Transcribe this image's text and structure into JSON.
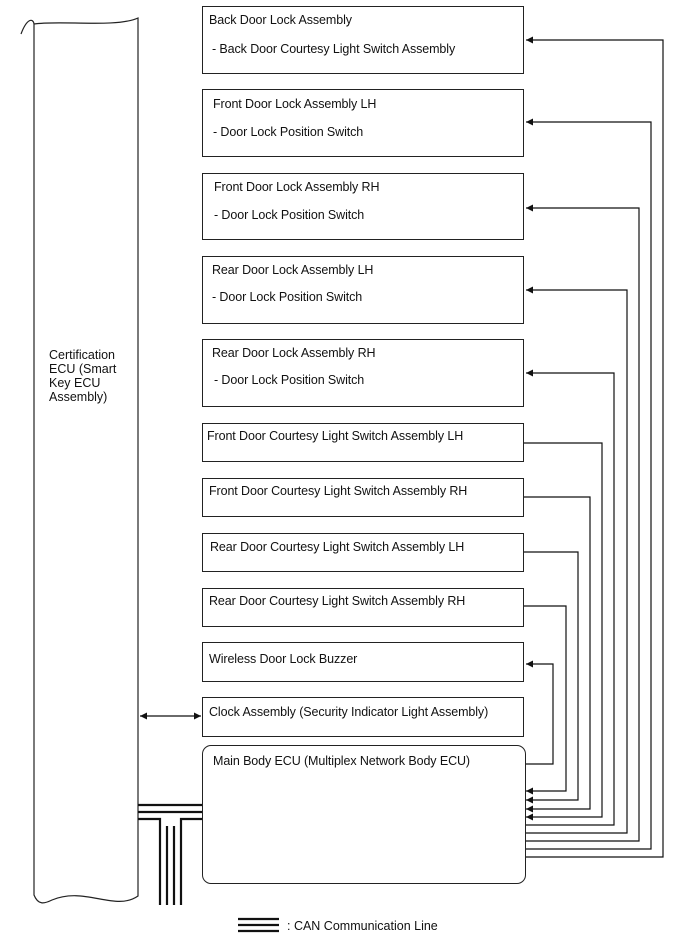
{
  "certification_ecu": {
    "label_lines": [
      "Certification",
      "ECU (Smart",
      "Key ECU",
      "Assembly)"
    ]
  },
  "components": [
    {
      "id": "back-door-lock",
      "title": "Back Door Lock Assembly",
      "sub": "- Back Door Courtesy Light Switch Assembly"
    },
    {
      "id": "front-door-lock-lh",
      "title": "Front Door Lock Assembly LH",
      "sub": "- Door Lock Position Switch"
    },
    {
      "id": "front-door-lock-rh",
      "title": "Front Door Lock Assembly RH",
      "sub": "- Door Lock Position Switch"
    },
    {
      "id": "rear-door-lock-lh",
      "title": "Rear Door Lock Assembly LH",
      "sub": "- Door Lock Position Switch"
    },
    {
      "id": "rear-door-lock-rh",
      "title": "Rear Door Lock Assembly RH",
      "sub": "- Door Lock Position Switch"
    },
    {
      "id": "front-courtesy-lh",
      "title": "Front Door Courtesy Light Switch Assembly LH"
    },
    {
      "id": "front-courtesy-rh",
      "title": "Front Door Courtesy Light Switch Assembly RH"
    },
    {
      "id": "rear-courtesy-lh",
      "title": "Rear Door Courtesy Light Switch Assembly LH"
    },
    {
      "id": "rear-courtesy-rh",
      "title": "Rear Door Courtesy Light Switch Assembly RH"
    },
    {
      "id": "wireless-buzzer",
      "title": "Wireless Door Lock Buzzer"
    },
    {
      "id": "clock-assembly",
      "title": "Clock Assembly (Security Indicator Light Assembly)"
    }
  ],
  "main_body_ecu": {
    "title": "Main Body ECU (Multiplex Network Body ECU)"
  },
  "legend": {
    "text": ": CAN Communication Line"
  }
}
